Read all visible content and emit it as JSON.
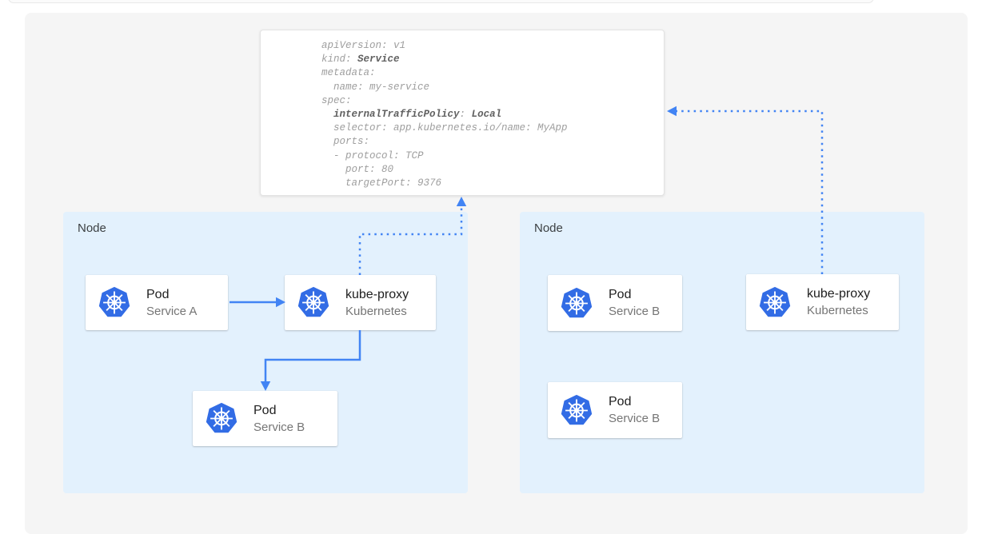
{
  "colors": {
    "canvas_bg": "#f5f5f5",
    "node_bg": "#e3f1fd",
    "card_bg": "#ffffff",
    "arrow_blue": "#4284f4",
    "kubernetes_blue": "#326ce5",
    "yaml_text": "#9e9e9e",
    "yaml_bold_text": "#616161",
    "card_title_text": "#212121",
    "card_subtitle_text": "#757575"
  },
  "service_config": {
    "lines": [
      {
        "pre": "apiVersion: v1"
      },
      {
        "pre": "kind: ",
        "bold": "Service"
      },
      {
        "pre": "metadata:"
      },
      {
        "pre": "  name: my-service"
      },
      {
        "pre": "spec:"
      },
      {
        "pre": "  ",
        "bold": "internalTrafficPolicy",
        "mid": ": ",
        "bold2": "Local"
      },
      {
        "pre": "  selector: app.kubernetes.io/name: MyApp"
      },
      {
        "pre": "  ports:"
      },
      {
        "pre": "  - protocol: TCP"
      },
      {
        "pre": "    port: 80"
      },
      {
        "pre": "    targetPort: 9376"
      }
    ]
  },
  "nodes": [
    {
      "label": "Node",
      "cards": [
        {
          "icon": "kubernetes-icon",
          "title": "Pod",
          "subtitle": "Service A"
        },
        {
          "icon": "kubernetes-icon",
          "title": "kube-proxy",
          "subtitle": "Kubernetes"
        },
        {
          "icon": "kubernetes-icon",
          "title": "Pod",
          "subtitle": "Service B"
        }
      ]
    },
    {
      "label": "Node",
      "cards": [
        {
          "icon": "kubernetes-icon",
          "title": "Pod",
          "subtitle": "Service B"
        },
        {
          "icon": "kubernetes-icon",
          "title": "kube-proxy",
          "subtitle": "Kubernetes"
        },
        {
          "icon": "kubernetes-icon",
          "title": "Pod",
          "subtitle": "Service B"
        }
      ]
    }
  ]
}
